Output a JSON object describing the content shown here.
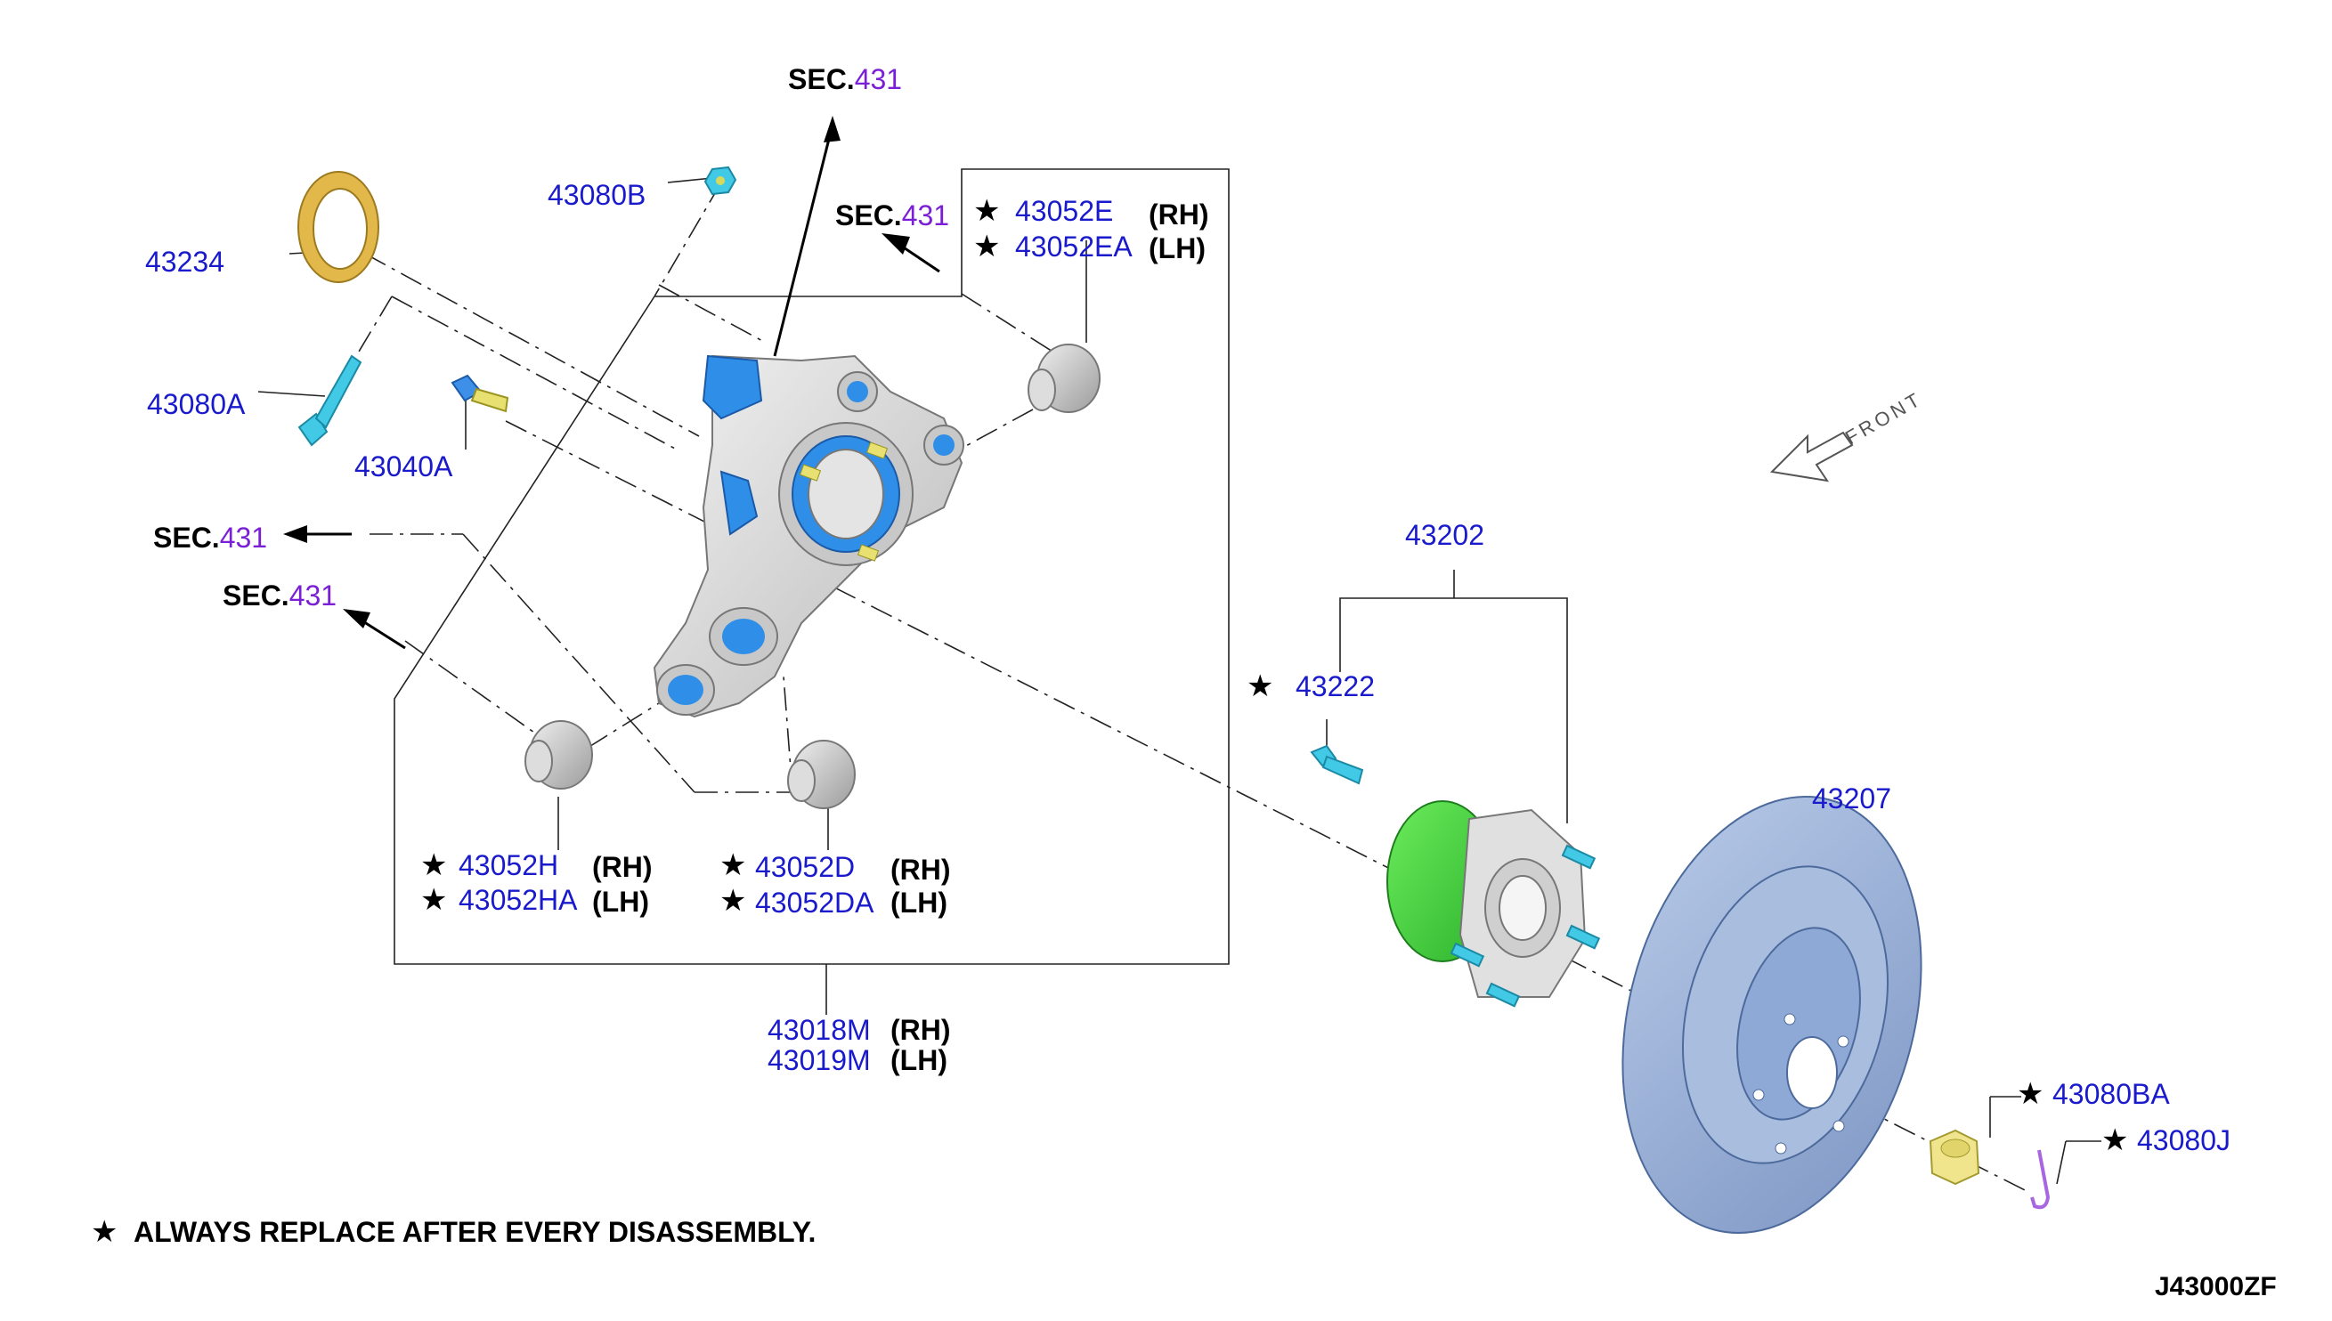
{
  "figure_code": "J43000ZF",
  "note": "ALWAYS REPLACE AFTER EVERY DISASSEMBLY.",
  "sec_prefix": "SEC.",
  "sec_number": "431",
  "front_label": "FRONT",
  "star_symbol": "★",
  "parts": {
    "p43080B": "43080B",
    "p43234": "43234",
    "p43080A": "43080A",
    "p43040A": "43040A",
    "p43052E": "43052E",
    "p43052EA": "43052EA",
    "p43052H": "43052H",
    "p43052HA": "43052HA",
    "p43052D": "43052D",
    "p43052DA": "43052DA",
    "p43018M": "43018M",
    "p43019M": "43019M",
    "p43202": "43202",
    "p43222": "43222",
    "p43207": "43207",
    "p43080BA": "43080BA",
    "p43080J": "43080J"
  },
  "sides": {
    "rh": "(RH)",
    "lh": "(LH)"
  },
  "colors": {
    "knuckle": "#dcdcdc",
    "knuckle_highlight": "#2f8fe8",
    "hub": "#37d437",
    "rotor": "#8fa9d6",
    "ring": "#e3b84a",
    "nut": "#f0e58c",
    "bolt": "#41c9e6",
    "cotter_pin": "#a866e0",
    "part_number": "#1a1acd",
    "sec_number": "#7b1fd6"
  }
}
